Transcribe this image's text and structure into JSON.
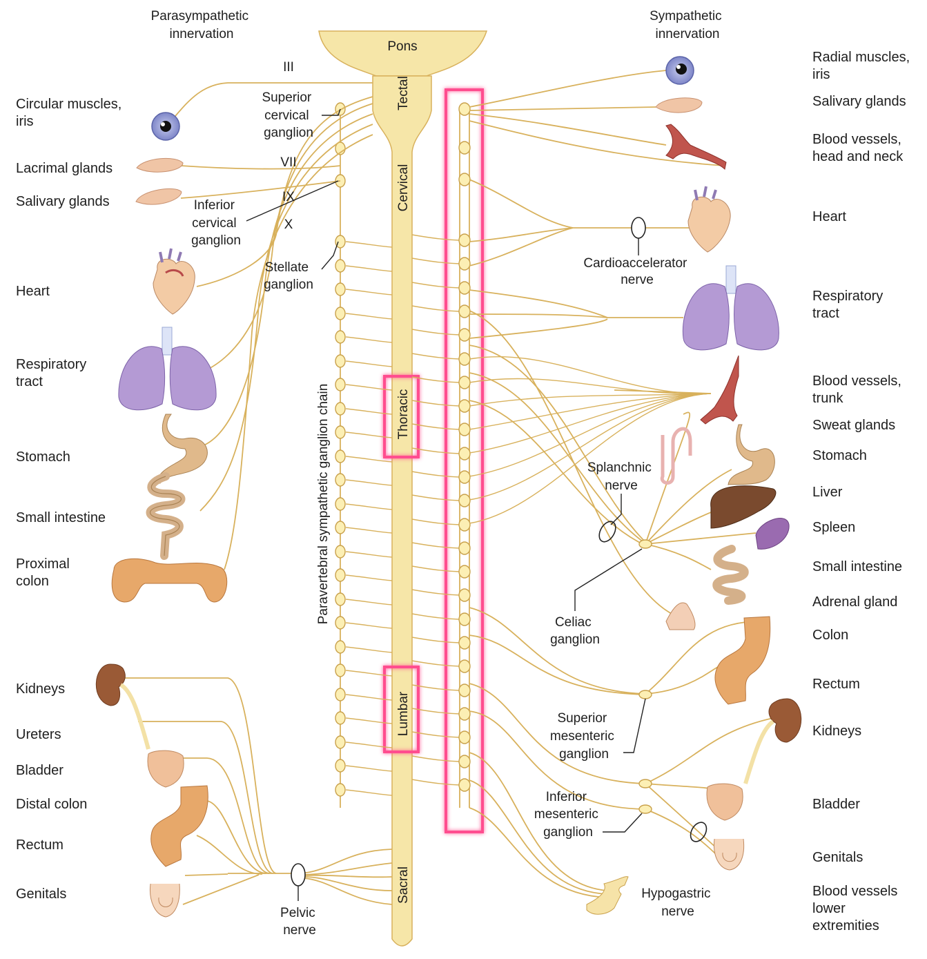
{
  "headers": {
    "parasympathetic": [
      "Parasympathetic",
      "innervation"
    ],
    "sympathetic": [
      "Sympathetic",
      "innervation"
    ]
  },
  "brainstem": {
    "pons": "Pons",
    "segments": [
      "Tectal",
      "Cervical",
      "Thoracic",
      "Lumbar",
      "Sacral"
    ]
  },
  "chain_label": "Paravertebral sympathetic ganglion chain",
  "cranial_nerves": [
    "III",
    "VII",
    "IX",
    "X"
  ],
  "para_ganglia": {
    "superior_cervical": [
      "Superior",
      "cervical",
      "ganglion"
    ],
    "inferior_cervical": [
      "Inferior",
      "cervical",
      "ganglion"
    ],
    "stellate": [
      "Stellate",
      "ganglion"
    ]
  },
  "pelvic_nerve": [
    "Pelvic",
    "nerve"
  ],
  "left_organs": [
    [
      "Circular muscles,",
      "iris"
    ],
    [
      "Lacrimal glands"
    ],
    [
      "Salivary glands"
    ],
    [
      "Heart"
    ],
    [
      "Respiratory",
      "tract"
    ],
    [
      "Stomach"
    ],
    [
      "Small intestine"
    ],
    [
      "Proximal",
      "colon"
    ],
    [
      "Kidneys"
    ],
    [
      "Ureters"
    ],
    [
      "Bladder"
    ],
    [
      "Distal colon"
    ],
    [
      "Rectum"
    ],
    [
      "Genitals"
    ]
  ],
  "right_organs": [
    [
      "Radial muscles,",
      "iris"
    ],
    [
      "Salivary glands"
    ],
    [
      "Blood vessels,",
      "head and neck"
    ],
    [
      "Heart"
    ],
    [
      "Respiratory",
      "tract"
    ],
    [
      "Blood vessels,",
      "trunk"
    ],
    [
      "Sweat glands"
    ],
    [
      "Stomach"
    ],
    [
      "Liver"
    ],
    [
      "Spleen"
    ],
    [
      "Small intestine"
    ],
    [
      "Adrenal gland"
    ],
    [
      "Colon"
    ],
    [
      "Rectum"
    ],
    [
      "Kidneys"
    ],
    [
      "Bladder"
    ],
    [
      "Genitals"
    ],
    [
      "Blood vessels",
      "lower",
      "extremities"
    ]
  ],
  "symp_labels": {
    "cardioaccelerator": [
      "Cardioaccelerator",
      "nerve"
    ],
    "splanchnic": [
      "Splanchnic",
      "nerve"
    ],
    "celiac": [
      "Celiac",
      "ganglion"
    ],
    "superior_mesenteric": [
      "Superior",
      "mesenteric",
      "ganglion"
    ],
    "inferior_mesenteric": [
      "Inferior",
      "mesenteric",
      "ganglion"
    ],
    "hypogastric": [
      "Hypogastric",
      "nerve"
    ]
  },
  "colors": {
    "highlight": "#ff4d8f",
    "nerve": "#d8b15c",
    "cord": "#f6e6a8",
    "ganglion": "#fcefb4"
  }
}
